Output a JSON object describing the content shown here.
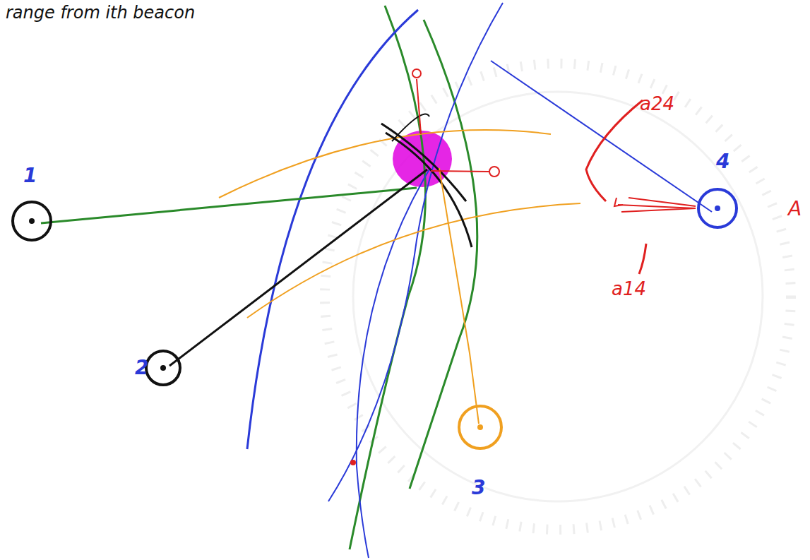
{
  "diagram": {
    "nodes": [
      {
        "text": [
          "1"
        ]
      },
      {
        "text": [
          "2"
        ]
      },
      {
        "text": [
          "3"
        ]
      },
      {
        "text": [
          "4"
        ]
      }
    ],
    "labels": [
      "range from ith beacon",
      "a24",
      "a14",
      "A"
    ]
  }
}
